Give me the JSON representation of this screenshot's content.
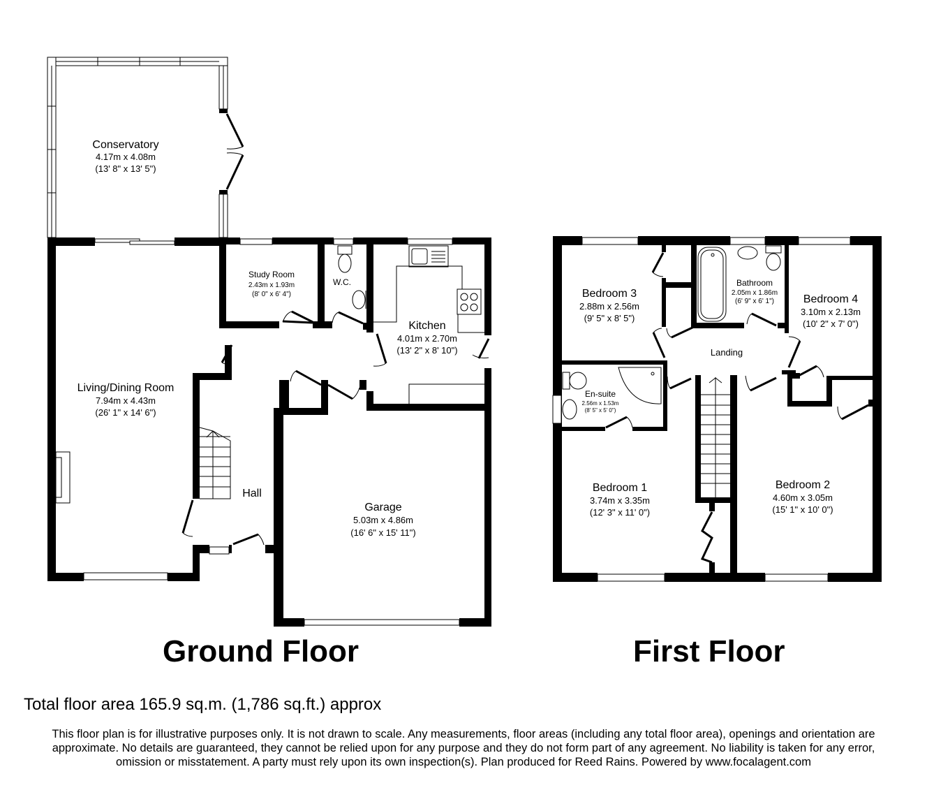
{
  "floors": {
    "ground": {
      "title": "Ground Floor",
      "rooms": {
        "conservatory": {
          "name": "Conservatory",
          "metric": "4.17m x 4.08m",
          "imperial": "(13' 8\" x 13' 5\")"
        },
        "living": {
          "name": "Living/Dining Room",
          "metric": "7.94m x 4.43m",
          "imperial": "(26' 1\" x 14' 6\")"
        },
        "study": {
          "name": "Study Room",
          "metric": "2.43m x 1.93m",
          "imperial": "(8' 0\" x 6' 4\")"
        },
        "wc": {
          "name": "W.C."
        },
        "kitchen": {
          "name": "Kitchen",
          "metric": "4.01m x 2.70m",
          "imperial": "(13' 2\" x 8' 10\")"
        },
        "hall": {
          "name": "Hall"
        },
        "garage": {
          "name": "Garage",
          "metric": "5.03m x 4.86m",
          "imperial": "(16' 6\" x 15' 11\")"
        }
      }
    },
    "first": {
      "title": "First Floor",
      "rooms": {
        "bedroom3": {
          "name": "Bedroom 3",
          "metric": "2.88m x 2.56m",
          "imperial": "(9' 5\" x 8' 5\")"
        },
        "bathroom": {
          "name": "Bathroom",
          "metric": "2.05m x 1.86m",
          "imperial": "(6' 9\" x 6' 1\")"
        },
        "bedroom4": {
          "name": "Bedroom 4",
          "metric": "3.10m x 2.13m",
          "imperial": "(10' 2\" x 7' 0\")"
        },
        "landing": {
          "name": "Landing"
        },
        "ensuite": {
          "name": "En-suite",
          "metric": "2.56m x 1.53m",
          "imperial": "(8' 5\" x 5' 0\")"
        },
        "bedroom1": {
          "name": "Bedroom 1",
          "metric": "3.74m x 3.35m",
          "imperial": "(12' 3\" x 11' 0\")"
        },
        "bedroom2": {
          "name": "Bedroom 2",
          "metric": "4.60m x 3.05m",
          "imperial": "(15' 1\" x 10' 0\")"
        }
      }
    }
  },
  "total_area": "Total floor area 165.9 sq.m. (1,786 sq.ft.) approx",
  "disclaimer": "This floor plan is for illustrative purposes only. It is not drawn to scale. Any measurements, floor areas (including any total floor area), openings and orientation are approximate. No details are guaranteed, they cannot be relied upon for any purpose and they do not form part of any agreement. No liability is taken for any error, omission or misstatement. A party must rely upon its own inspection(s). Plan produced for Reed Rains. Powered by www.focalagent.com"
}
